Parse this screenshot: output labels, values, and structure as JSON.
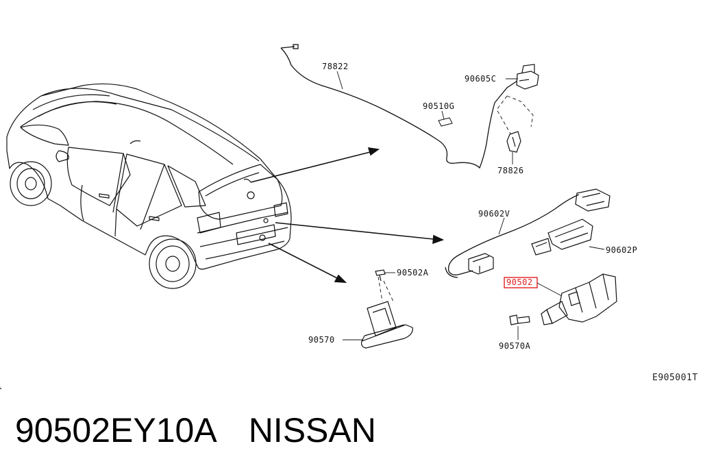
{
  "caption": {
    "part_number": "90502EY10A",
    "brand": "NISSAN"
  },
  "diagram_code": "E905001T",
  "labels": {
    "l78822": "78822",
    "l90605C": "90605C",
    "l90510G": "90510G",
    "l78826": "78826",
    "l90602V": "90602V",
    "l90602P": "90602P",
    "l90502A": "90502A",
    "l90502": "90502",
    "l90570": "90570",
    "l90570A": "90570A"
  },
  "colors": {
    "highlight": "#e02020",
    "line": "#111111"
  }
}
